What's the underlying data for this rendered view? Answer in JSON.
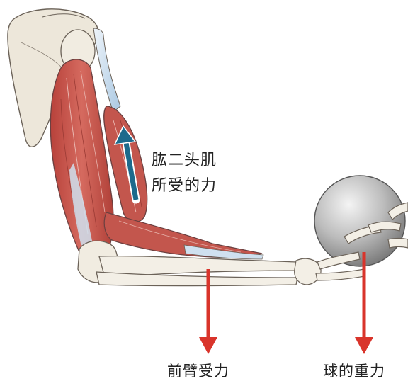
{
  "labels": {
    "biceps_line1": "肱二头肌",
    "biceps_line2": "所受的力",
    "forearm_force": "前臂受力",
    "ball_gravity": "球的重力"
  },
  "colors": {
    "biceps_arrow": "#1c6a8c",
    "force_arrows": "#d9342b",
    "muscle": "#c8524a",
    "bone": "#f3efe6",
    "ball": "#bfbfbf"
  },
  "icons": {
    "biceps_force": "arrow-up-icon",
    "forearm_force": "arrow-down-icon",
    "ball_gravity": "arrow-down-icon"
  }
}
